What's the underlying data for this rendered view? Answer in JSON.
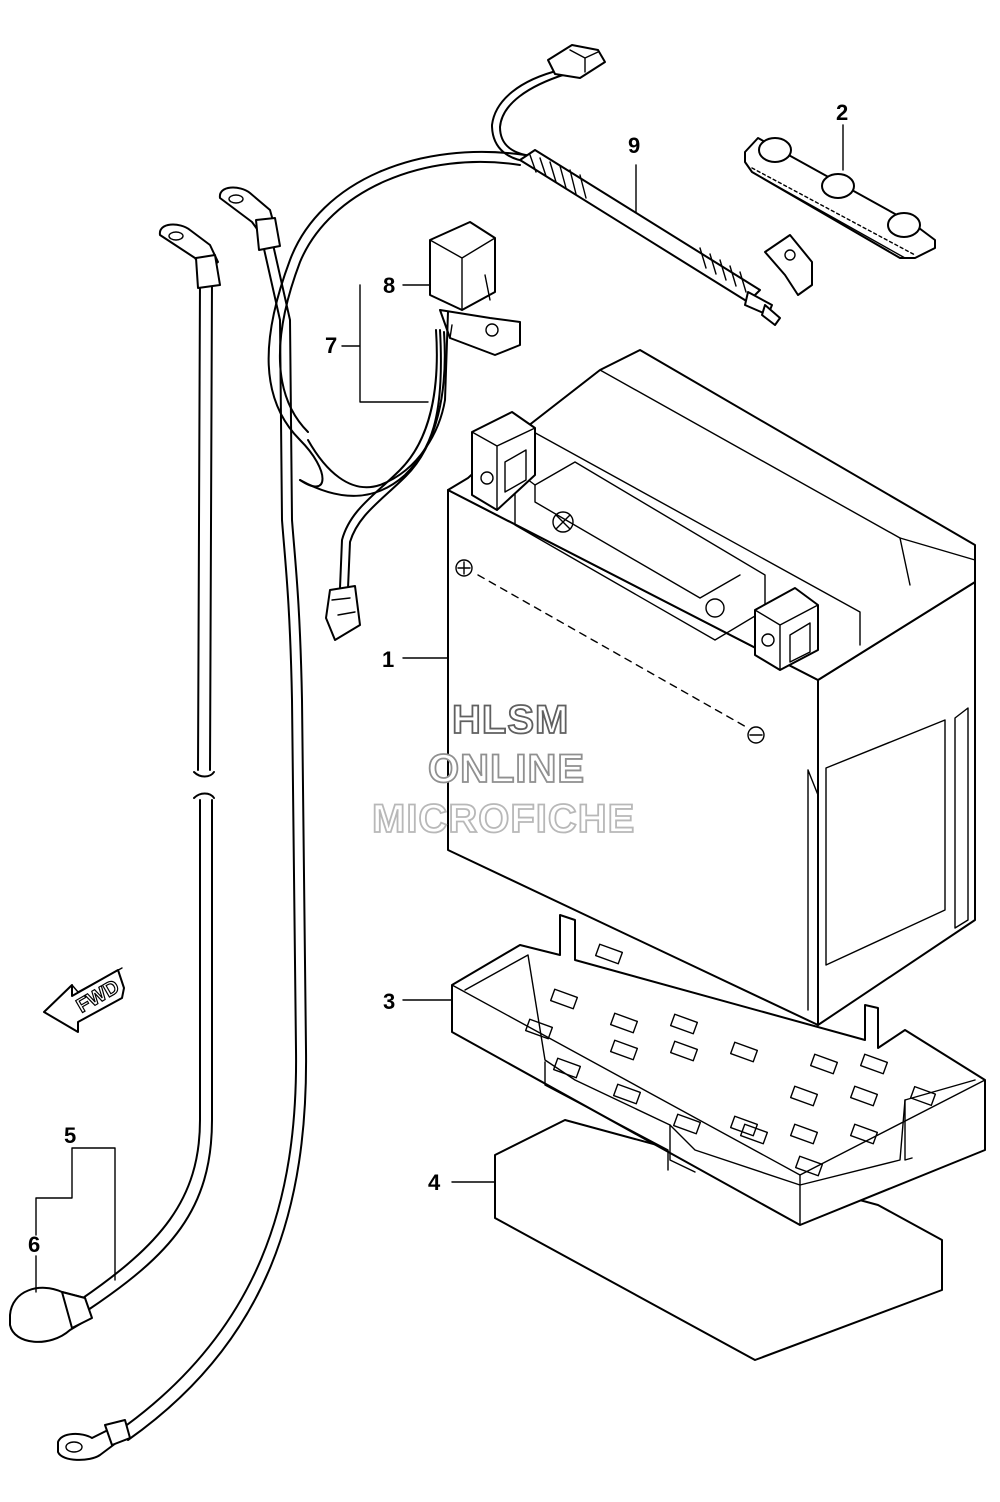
{
  "callouts": [
    {
      "id": "battery",
      "label": "1"
    },
    {
      "id": "battery-pad-cap",
      "label": "2"
    },
    {
      "id": "battery-tray",
      "label": "3"
    },
    {
      "id": "battery-pad",
      "label": "4"
    },
    {
      "id": "negative-cable",
      "label": "5"
    },
    {
      "id": "negative-cap",
      "label": "6"
    },
    {
      "id": "fuse-harness",
      "label": "7"
    },
    {
      "id": "fuse-holder",
      "label": "8"
    },
    {
      "id": "positive-cable",
      "label": "9"
    }
  ],
  "watermark": {
    "line1": "HLSM",
    "line2": "ONLINE",
    "line3": "MICROFICHE"
  },
  "direction_badge": {
    "text": "FWD"
  }
}
